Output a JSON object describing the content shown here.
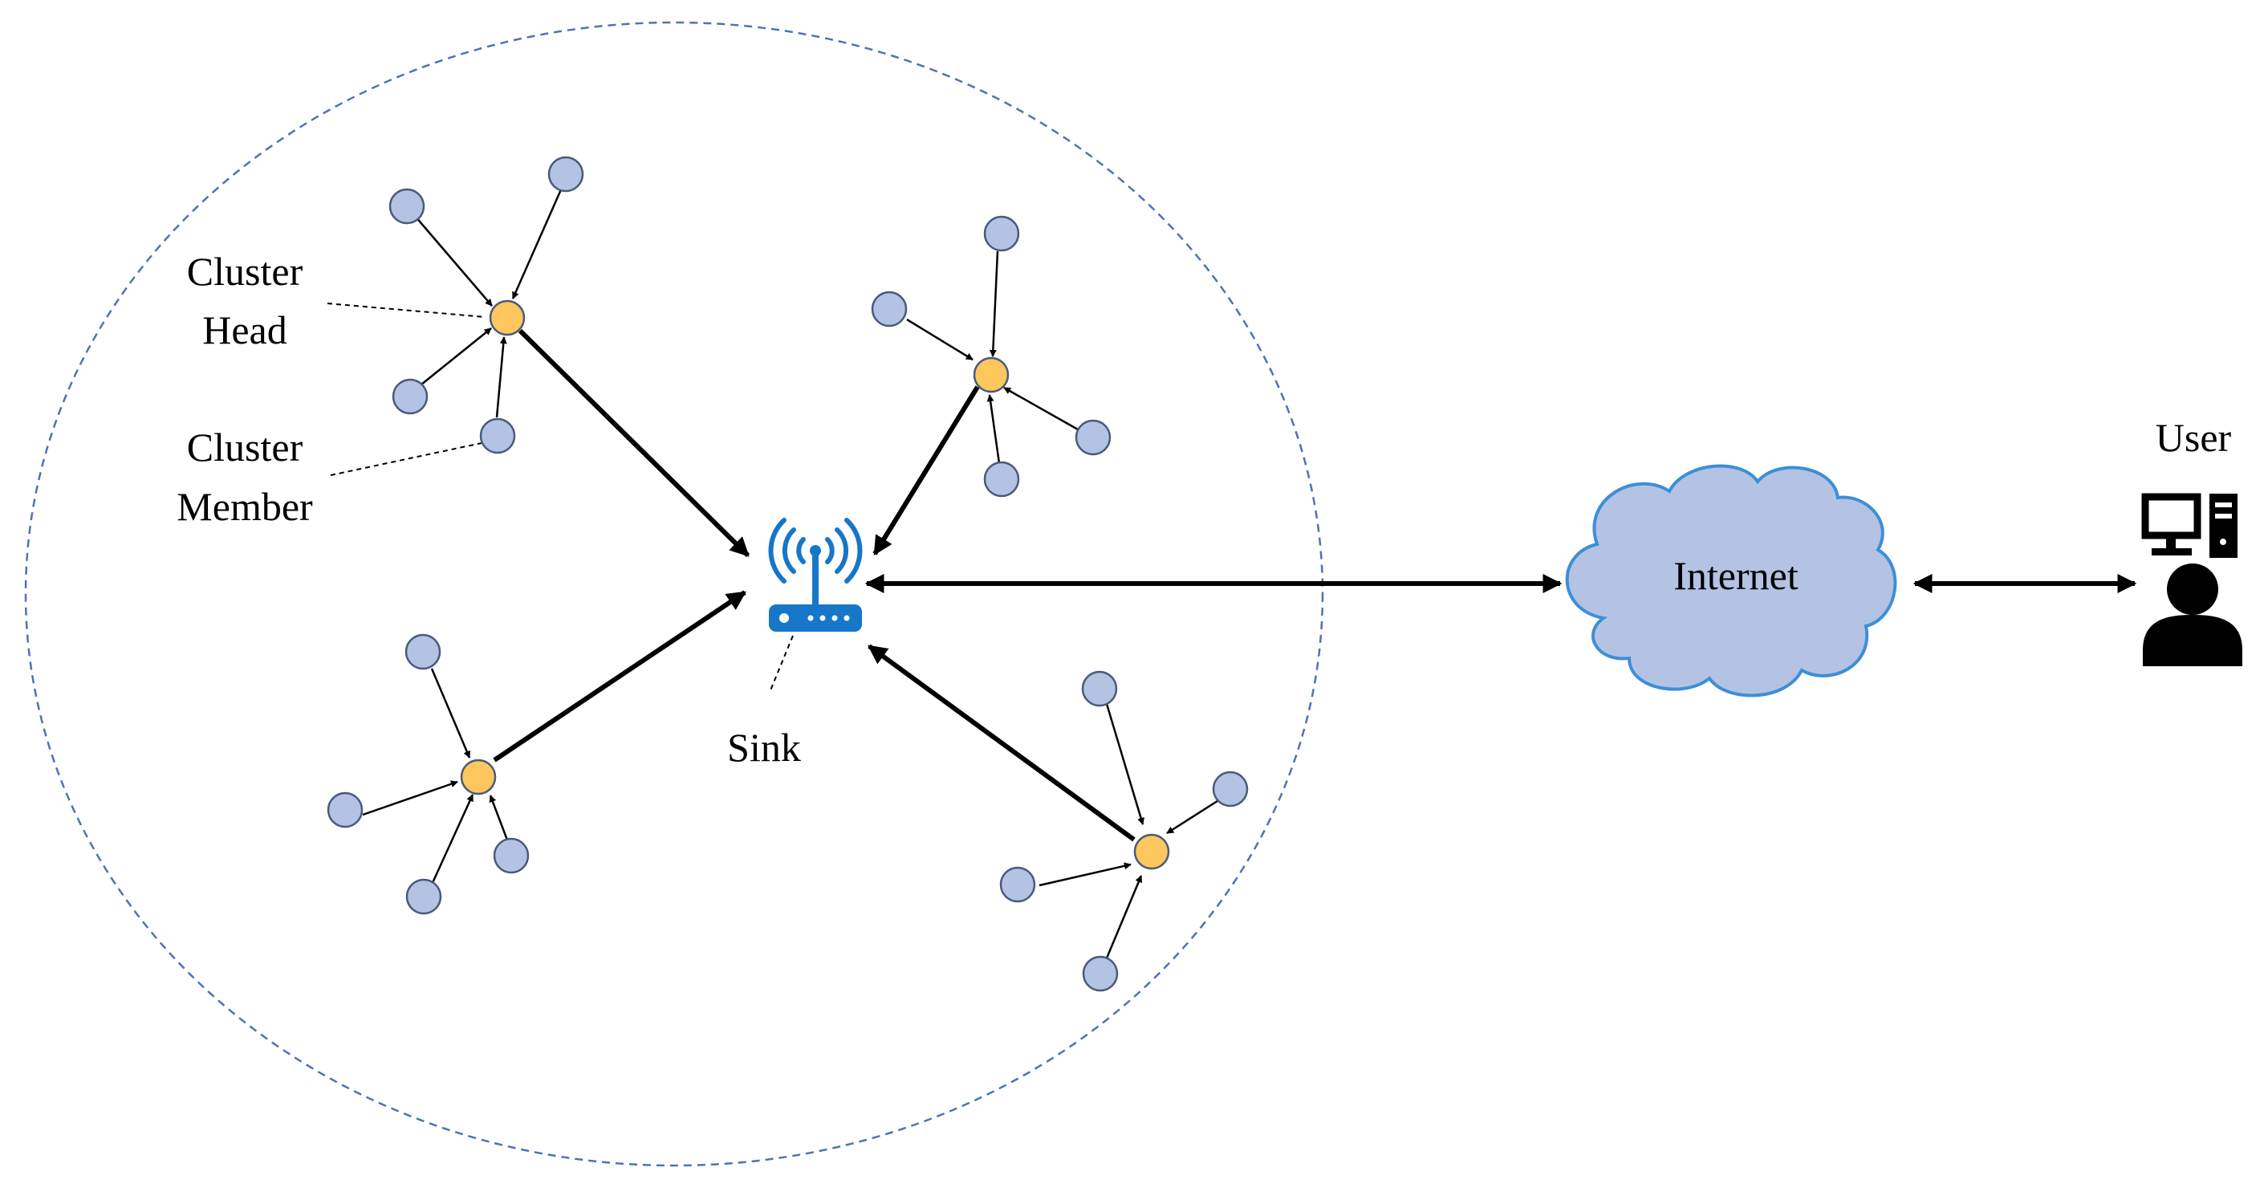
{
  "labels": {
    "cluster_head": [
      "Cluster",
      "Head"
    ],
    "cluster_member": [
      "Cluster",
      "Member"
    ],
    "sink": "Sink",
    "internet": "Internet",
    "user": "User"
  },
  "colors": {
    "member_fill": "#b4c3e4",
    "member_stroke": "#4a5a7a",
    "head_fill": "#fdc75e",
    "head_stroke": "#4a5a7a",
    "boundary": "#4f72b8",
    "cloud_fill": "#b4c3e4",
    "cloud_stroke": "#3d8fd6",
    "router": "#1677c9",
    "arrow": "#000000",
    "user_icon": "#000000"
  },
  "icons": {
    "sink": "wireless-router-icon",
    "internet": "cloud-icon",
    "user": "user-with-computer-icon"
  }
}
